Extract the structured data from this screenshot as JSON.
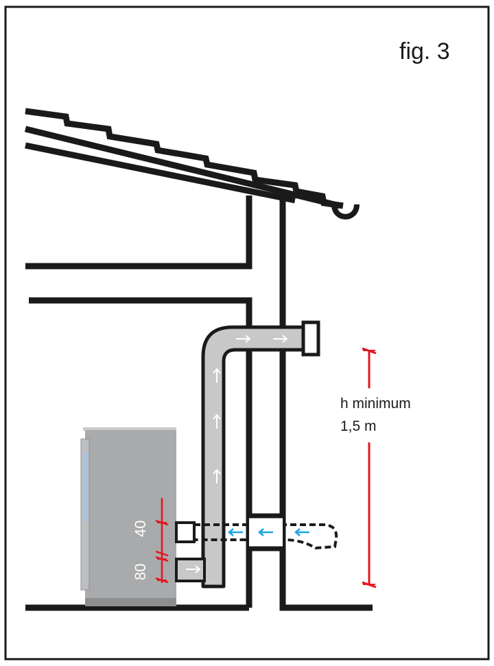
{
  "figure": {
    "label": "fig. 3"
  },
  "annotations": {
    "height_line1": "h minimum",
    "height_line2": "1,5 m",
    "dim_upper": "40",
    "dim_lower": "80"
  },
  "colors": {
    "wall": "#1a1a1a",
    "pipe_fill": "#c8c8c8",
    "stove_body": "#a9aaab",
    "stove_glass": "#a9c3e6",
    "dimension": "#e3151d",
    "intake_arrow": "#1aa5e0",
    "exhaust_arrow": "#ffffff"
  },
  "icons": {
    "exhaust_flow": "arrow-right-icon",
    "exhaust_rise": "arrow-up-icon",
    "air_intake": "arrow-left-icon"
  }
}
